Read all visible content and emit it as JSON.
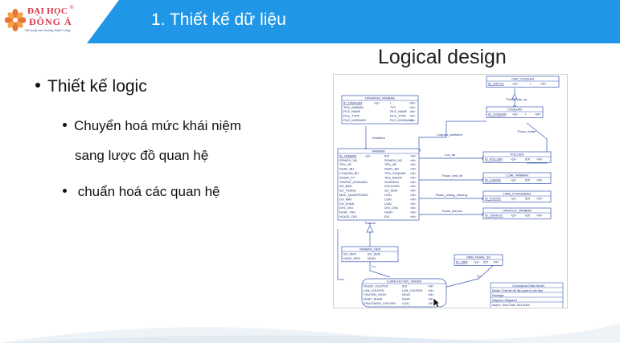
{
  "header": {
    "logo": {
      "line1": "ĐẠI HỌC",
      "line2": "ĐÔNG Á",
      "reg": "®",
      "tagline": "Tận tụng cơn trường thành công"
    },
    "title": "1. Thiết kế dữ liệu"
  },
  "right_title": "Logical design",
  "bullets": {
    "main": "Thiết kế logic",
    "sub1_line1": "Chuyển hoá mức khái niệm",
    "sub1_line2": "sang lược đồ quan hệ",
    "sub2": " chuẩn hoá các quan hệ"
  },
  "diagram": {
    "cap_coquan": {
      "title": "CAP_COQUAN",
      "rows": [
        [
          "ID_CAPCQ",
          "<pi>",
          "I",
          "<M>"
        ]
      ]
    },
    "coquan": {
      "title": "COQUAN",
      "rows": [
        [
          "ID_COQUAN",
          "<pi>",
          "I",
          "<M>"
        ]
      ]
    },
    "dinhkem": {
      "title": "DINHKEM_VANBAN",
      "rows": [
        [
          "ID_DINHKEM",
          "<pi>",
          "I",
          "<M>"
        ],
        [
          "TEN_VANBAN",
          "",
          "TXT",
          "<M>"
        ],
        [
          "FILE_NAME",
          "",
          "FILE_NAME",
          "<M>"
        ],
        [
          "FILE_TYPE",
          "",
          "FILE_TYPE",
          "<M>"
        ],
        [
          "FILE_NOIDUNG",
          "",
          "FILE_NOIDUNG",
          "<M>"
        ]
      ]
    },
    "vanban": {
      "title": "VANBAN",
      "rows": [
        [
          "ID_VANBAN",
          "<pi>",
          "IDX",
          "<M>"
        ],
        [
          "SOHIEU_VB",
          "",
          "SOHIEU_VB",
          "<M>"
        ],
        [
          "TEN_VB",
          "",
          "TEN_VB",
          "<M>"
        ],
        [
          "NGAY_BH",
          "",
          "NGAY_BH",
          "<M>"
        ],
        [
          "COQUAN_BH",
          "",
          "TEN_COQUAN",
          "<M>"
        ],
        [
          "NGUOI_KY",
          "",
          "TEN_NGUOI",
          "<M>"
        ],
        [
          "TOMTAT_NOIDUNG",
          "",
          "NOIDUNG",
          "<M>"
        ],
        [
          "SO_BAN",
          "",
          "SOLUONG",
          "<M>"
        ],
        [
          "SO_TRANG",
          "",
          "SO_DEM",
          "<M>"
        ],
        [
          "MUC_QUANTRONG",
          "",
          "LOAI",
          "<M>"
        ],
        [
          "DO_MAT",
          "",
          "LOAI",
          "<M>"
        ],
        [
          "DO_KHAN",
          "",
          "LOAI",
          "<M>"
        ],
        [
          "GHI_CHU",
          "",
          "GHI_CHU",
          "<M>"
        ],
        [
          "NGAY_TAO",
          "",
          "NGAY",
          "<M>"
        ],
        [
          "NGUOI_TAO",
          "",
          "IDX",
          "<M>"
        ]
      ]
    },
    "pollier": {
      "title": "POLLIER",
      "rows": [
        [
          "ID_POLLIER",
          "<pi>",
          "IDX",
          "<M>"
        ]
      ]
    },
    "loai_vanban": {
      "title": "LOAI_VANBAN",
      "rows": [
        [
          "ID_LOAIVB",
          "<pi>",
          "IDX",
          "<M>"
        ]
      ]
    },
    "hrm_phongban": {
      "title": "HRM_PHONGBAN",
      "rows": [
        [
          "ID_PHONG",
          "<pi>",
          "IDX",
          "<M>"
        ]
      ]
    },
    "linhvuc": {
      "title": "LINHVUC_VANBAN",
      "rows": [
        [
          "ID_LINHVUC",
          "<pi>",
          "IDX",
          "<M>"
        ]
      ]
    },
    "vanban_den": {
      "title": "VANBAN_DEN",
      "rows": [
        [
          "SO_DEN",
          "SO_DEM",
          "",
          ""
        ],
        [
          "NGAY_DEN",
          "NGAY",
          "",
          ""
        ]
      ]
    },
    "hrm_nhan_su": {
      "title": "HRM_NHAN_SU",
      "rows": [
        [
          "ID_HRM",
          "<pi>",
          "IDX",
          "<M>"
        ]
      ]
    },
    "luanchuyen": {
      "title": "LUANCHUYEN_VBDEN",
      "rows": [
        [
          "NGUOI_CHUYEN",
          "IDX",
          "<M>"
        ],
        [
          "LAN_CHUYEN",
          "LAN_CHUYEN",
          "<M>"
        ],
        [
          "CHUYEN_NGAY",
          "NGAY",
          "<M>"
        ],
        [
          "NGAY_NHAN",
          "NGAY",
          "<M>"
        ],
        [
          "CHUCNANG_CHUYEN",
          "LOAI",
          "<M>"
        ]
      ]
    },
    "info": [
      "Conceptual Data Model",
      "Model: Thiết kế dữ liệu quản lý văn bản",
      "Package:",
      "Diagram: Diagram1",
      "Author: User     Date: 5/11/2009"
    ],
    "labels": {
      "thuoc_cap_cq": "Thuoc_cap_cq",
      "co_quan_ban_hanh": "Coquan_banhanh",
      "dinh_kem": "Dinhkem",
      "thuoc_folder": "Thuoc_folder",
      "luu_tai": "Luu_tai",
      "thuoc_loai_vb": "Thuoc_loai_vb",
      "thuoc_phong": "Thuoc_phong_chuong",
      "thuoc_linhvuc": "Thuoc_linhvuc",
      "thua_ke": "Thua ke",
      "card1": "1,n",
      "card2": "0,n"
    }
  }
}
